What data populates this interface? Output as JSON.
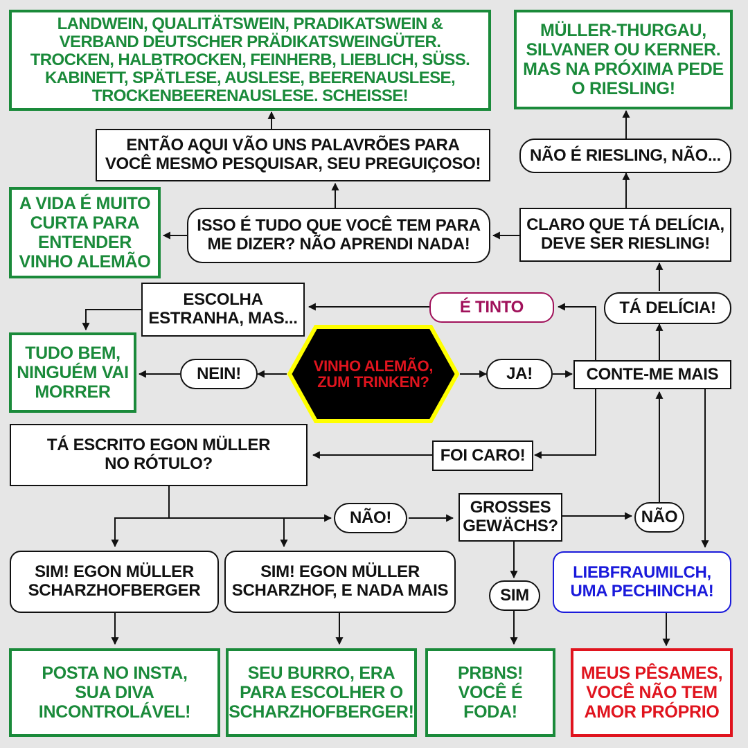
{
  "colors": {
    "background": "#e6e6e6",
    "green": "#1a8a3a",
    "red": "#e0141e",
    "blue": "#1a1adb",
    "magenta": "#a0115a",
    "hex_fill": "#000000",
    "hex_border": "#ffff00"
  },
  "nodes": {
    "start": "VINHO ALEMÃO,\nZUM TRINKEN?",
    "nein": "NEIN!",
    "ja": "JA!",
    "tudo_bem": "TUDO BEM,\nNINGUÉM VAI\nMORRER",
    "conte_me_mais": "CONTE-ME MAIS",
    "ta_delicia": "TÁ DELÍCIA!",
    "e_tinto": "É TINTO",
    "escolha_estranha": "ESCOLHA\nESTRANHA, MAS...",
    "claro_riesling": "CLARO QUE TÁ DELÍCIA,\nDEVE SER RIESLING!",
    "nao_riesling": "NÃO É RIESLING, NÃO...",
    "muller_thurgau": "MÜLLER-THURGAU,\nSILVANER OU KERNER.\nMAS NA PRÓXIMA PEDE\nO RIESLING!",
    "isso_e_tudo": "ISSO É TUDO QUE VOCÊ TEM PARA\nME DIZER? NÃO APRENDI NADA!",
    "a_vida": "A VIDA É MUITO\nCURTA PARA\nENTENDER\nVINHO ALEMÃO",
    "palavroes": "ENTÃO AQUI VÃO UNS PALAVRÕES PARA\nVOCÊ MESMO PESQUISAR, SEU PREGUIÇOSO!",
    "landwein": "LANDWEIN, QUALITÄTSWEIN, PRADIKATSWEIN &\nVERBAND DEUTSCHER PRÄDIKATSWEINGÜTER.\nTROCKEN, HALBTROCKEN, FEINHERB, LIEBLICH, SÜSS.\nKABINETT, SPÄTLESE, AUSLESE, BEERENAUSLESE,\nTROCKENBEERENAUSLESE. SCHEISSE!",
    "foi_caro": "FOI CARO!",
    "egon_muller": "TÁ ESCRITO EGON MÜLLER\nNO RÓTULO?",
    "nao_1": "NÃO!",
    "grosses": "GROSSES\nGEWÄCHS?",
    "nao_2": "NÃO",
    "sim": "SIM",
    "sim_scharzhofberger": "SIM! EGON MÜLLER\nSCHARZHOFBERGER",
    "sim_scharzhof": "SIM! EGON MÜLLER\nSCHARZHOF, E NADA MAIS",
    "liebfraumilch": "LIEBFRAUMILCH,\nUMA PECHINCHA!",
    "posta_insta": "POSTA NO INSTA,\nSUA DIVA\nINCONTROLÁVEL!",
    "seu_burro": "SEU BURRO, ERA\nPARA ESCOLHER O\nSCHARZHOFBERGER!",
    "prbns": "PRBNS!\nVOCÊ É\nFODA!",
    "meus_pesames": "MEUS PÊSAMES,\nVOCÊ NÃO TEM\nAMOR PRÓPRIO"
  }
}
